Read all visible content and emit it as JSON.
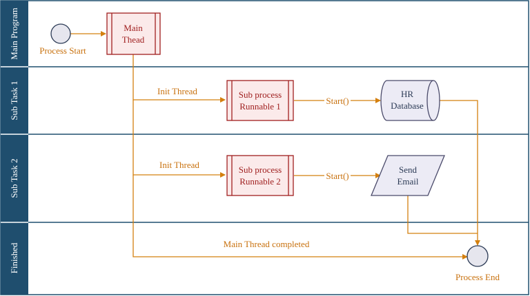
{
  "lanes": [
    {
      "label": "Main Program"
    },
    {
      "label": "Sub Task 1"
    },
    {
      "label": "Sub Task 2"
    },
    {
      "label": "Finished"
    }
  ],
  "nodes": {
    "process_start": {
      "label": "Process Start"
    },
    "main_thread": {
      "line1": "Main",
      "line2": "Thead"
    },
    "sub_process_1": {
      "line1": "Sub process",
      "line2": "Runnable 1"
    },
    "hr_database": {
      "line1": "HR",
      "line2": "Database"
    },
    "sub_process_2": {
      "line1": "Sub process",
      "line2": "Runnable 2"
    },
    "send_email": {
      "line1": "Send",
      "line2": "Email"
    },
    "process_end": {
      "label": "Process End"
    }
  },
  "edges": {
    "init_thread_1": "Init Thread",
    "start_1": "Start()",
    "init_thread_2": "Init Thread",
    "start_2": "Start()",
    "main_thread_completed": "Main Thread completed"
  },
  "colors": {
    "lane_header": "#1f4e6e",
    "connector": "#d4800f",
    "process_fill": "#fbeaea",
    "process_stroke": "#a02020",
    "store_fill": "#ecebf5",
    "store_stroke": "#4a4a6a",
    "circle_fill": "#e6e6ee"
  }
}
